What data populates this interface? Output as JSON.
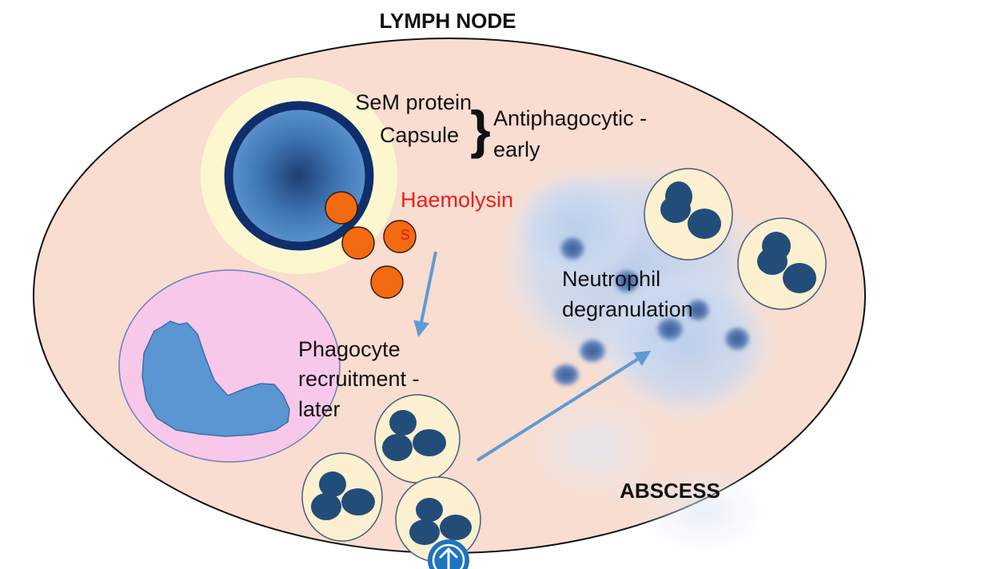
{
  "title": "LYMPH NODE",
  "labels": {
    "sem_protein": "SeM protein",
    "capsule": "Capsule",
    "brace": "}",
    "antiphagocytic_line1": "Antiphagocytic -",
    "antiphagocytic_line2": "early",
    "haemolysin_line1": "Haemolysin",
    "haemolysin_line2": "s",
    "phagocyte_line1": "Phagocyte",
    "phagocyte_line2": "recruitment -",
    "phagocyte_line3": "later",
    "neutrophil_line1": "Neutrophil",
    "neutrophil_line2": "degranulation",
    "abscess": "ABSCESS"
  },
  "colors": {
    "node_fill": "#f8ddd0",
    "halo": "#fdf7cf",
    "bacterium_ring": "#0e2f6b",
    "bacterium_fill": "#5b93cf",
    "haemolysin": "#f36a10",
    "haemolysin_text": "#e8201c",
    "macrophage_fill": "#f7c8ea",
    "macrophage_nucleus": "#5a96d2",
    "neutrophil_cell": "#fbf0cf",
    "neutrophil_lobes": "#234d79",
    "arrow": "#5e9bd4",
    "up_button": "#1e73be"
  },
  "icons": {
    "up_arrow": "arrow-up-icon"
  }
}
